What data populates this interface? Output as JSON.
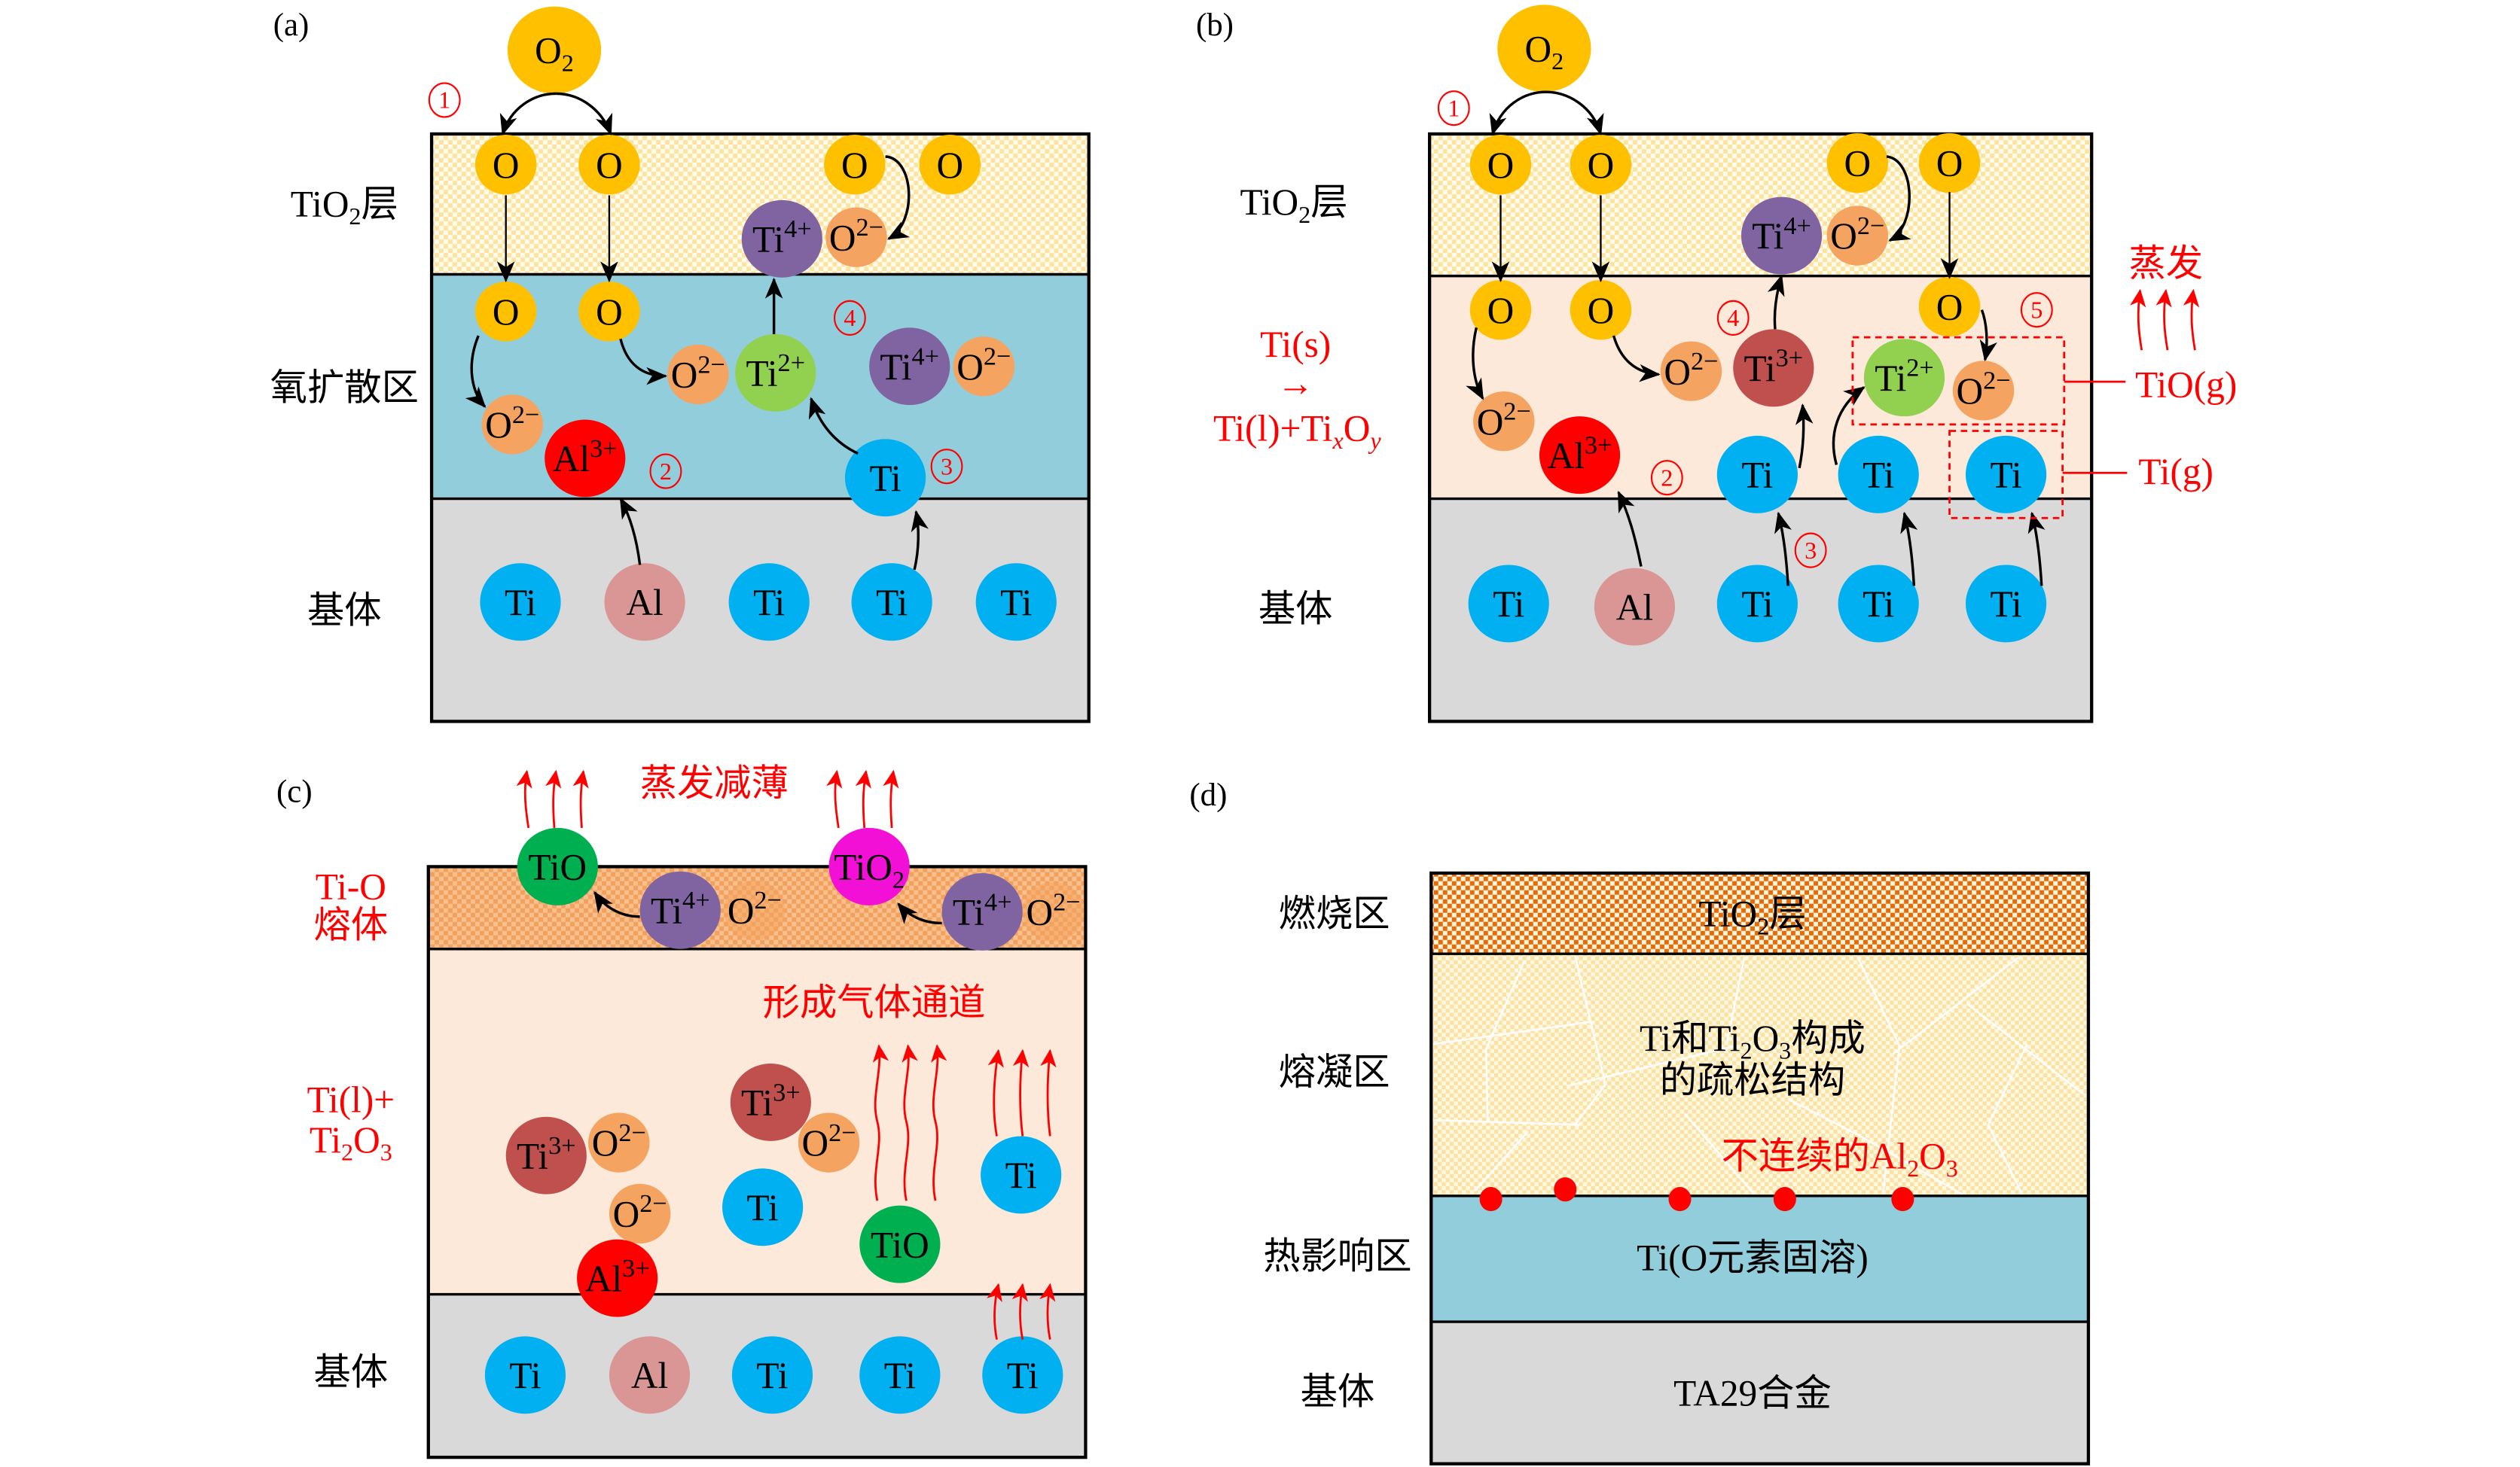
{
  "panel_labels": {
    "a": "(a)",
    "b": "(b)",
    "c": "(c)",
    "d": "(d)"
  },
  "colors": {
    "annotation_red": "#FF0000",
    "arrow_black": "#000000",
    "oxygen_diffusion_zone": "#92CDDC",
    "transition_zone": "#FDE9D9",
    "liquid_zone": "#FDE9D9",
    "substrate": "#D9D9D9",
    "heat_affected_zone": "#92CDDC",
    "tio2_layer_pattern": [
      "#FCE4A0",
      "#FFFCEE"
    ],
    "ti_o_melt_pattern": [
      "#F2A15C",
      "#F9C08F"
    ],
    "burn_zone_pattern": [
      "#E36C09",
      "#FFF3DA"
    ],
    "melt_zone_pattern": [
      "#FCE2A0",
      "#FFF8E4"
    ],
    "crack_lines": "#FFFFFF",
    "al2o3_particles": "#FF0000"
  },
  "species": {
    "O2": {
      "base": "O",
      "sub": "2",
      "color": "#FFC000"
    },
    "O": {
      "base": "O",
      "color": "#FFC000"
    },
    "O2minus": {
      "base": "O",
      "sup": "2−",
      "color": "#F4A460"
    },
    "Ti": {
      "base": "Ti",
      "color": "#00B0F0"
    },
    "Al": {
      "base": "Al",
      "color": "#D99694"
    },
    "Ti2plus": {
      "base": "Ti",
      "sup": "2+",
      "color": "#92D050"
    },
    "Ti3plus": {
      "base": "Ti",
      "sup": "3+",
      "color": "#C0504D"
    },
    "Ti4plus": {
      "base": "Ti",
      "sup": "4+",
      "color": "#8064A2"
    },
    "Al3plus": {
      "base": "Al",
      "sup": "3+",
      "color": "#FF0000"
    },
    "TiO": {
      "base": "TiO",
      "color": "#00B050"
    },
    "TiO2": {
      "base": "TiO",
      "sub": "2",
      "color": "#F20FD6"
    }
  },
  "panels": {
    "a": {
      "zone_labels": {
        "tio2_layer": {
          "pre": "TiO",
          "sub": "2",
          "post": "层"
        },
        "oxygen_diffusion_zone": "氧扩散区",
        "substrate": "基体"
      },
      "step_markers": [
        "1",
        "2",
        "3",
        "4"
      ],
      "particles": {
        "gas": [
          "O2"
        ],
        "tio2_layer": [
          "O",
          "O",
          "O",
          "O",
          "Ti4plus",
          "O2minus"
        ],
        "oxygen_diffusion_zone": [
          "O",
          "O",
          "O2minus",
          "Al3plus",
          "O2minus",
          "Ti2plus",
          "Ti4plus",
          "O2minus",
          "Ti"
        ],
        "substrate": [
          "Ti",
          "Al",
          "Ti",
          "Ti",
          "Ti"
        ]
      }
    },
    "b": {
      "zone_labels": {
        "tio2_layer": {
          "pre": "TiO",
          "sub": "2",
          "post": "层"
        },
        "substrate": "基体"
      },
      "reaction": {
        "reactant": "Ti(s)",
        "arrow": "→",
        "product": {
          "p1": "Ti(l)+Ti",
          "sub1": "x",
          "p2": "O",
          "sub2": "y"
        }
      },
      "annotations": {
        "evaporation": "蒸发",
        "tio_gas": "TiO(g)",
        "ti_gas": "Ti(g)"
      },
      "step_markers": [
        "1",
        "2",
        "3",
        "4",
        "5"
      ],
      "particles": {
        "gas": [
          "O2"
        ],
        "tio2_layer": [
          "O",
          "O",
          "O",
          "O",
          "Ti4plus",
          "O2minus"
        ],
        "transition_zone": [
          "O",
          "O",
          "O",
          "O2minus",
          "Al3plus",
          "O2minus",
          "Ti3plus",
          "Ti2plus",
          "O2minus",
          "Ti",
          "Ti",
          "Ti"
        ],
        "substrate": [
          "Ti",
          "Al",
          "Ti",
          "Ti",
          "Ti"
        ]
      }
    },
    "c": {
      "zone_labels": {
        "ti_o_melt_line1": "Ti-O",
        "ti_o_melt_line2": "熔体",
        "liquid_line1": "Ti(l)+",
        "liquid_line2": {
          "p1": "Ti",
          "sub1": "2",
          "p2": "O",
          "sub2": "3"
        },
        "substrate": "基体"
      },
      "annotations": {
        "evaporation_thinning": "蒸发减薄",
        "gas_channel": "形成气体通道"
      },
      "particles": {
        "surface": [
          "TiO",
          "TiO2"
        ],
        "ti_o_melt": [
          "Ti4plus",
          "O2minus",
          "Ti4plus",
          "O2minus"
        ],
        "liquid_zone": [
          "Ti3plus",
          "O2minus",
          "Ti3plus",
          "O2minus",
          "Ti",
          "O2minus",
          "Al3plus",
          "TiO",
          "Ti"
        ],
        "substrate": [
          "Ti",
          "Al",
          "Ti",
          "Ti",
          "Ti"
        ]
      }
    },
    "d": {
      "zone_labels": {
        "burn_zone": "燃烧区",
        "melt_zone": "熔凝区",
        "heat_affected_zone": "热影响区",
        "substrate": "基体"
      },
      "zone_contents": {
        "burn_zone": {
          "pre": "TiO",
          "sub": "2",
          "post": "层"
        },
        "melt_zone_line1": {
          "p1": "Ti和Ti",
          "sub1": "2",
          "p2": "O",
          "sub2": "3",
          "p3": "构成"
        },
        "melt_zone_line2": "的疏松结构",
        "al2o3_note": {
          "p1": "不连续的Al",
          "sub1": "2",
          "p2": "O",
          "sub2": "3"
        },
        "heat_affected_zone": "Ti(O元素固溶)",
        "substrate": "TA29合金"
      }
    }
  }
}
